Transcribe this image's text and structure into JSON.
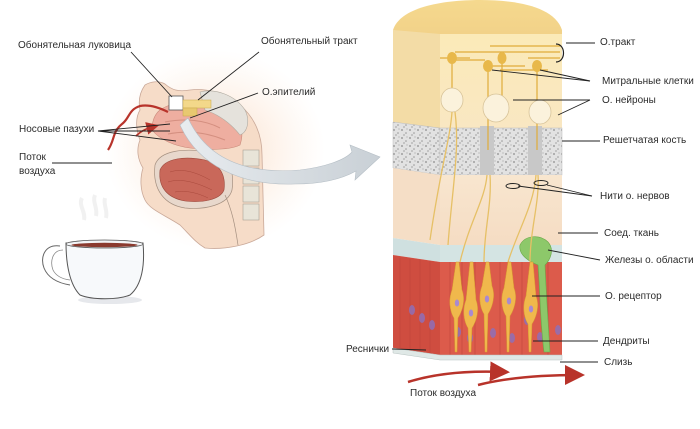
{
  "diagram": {
    "left_panel": {
      "labels": {
        "bulb": "Обонятельная луковица",
        "tract": "Обонятельный тракт",
        "epithelium": "О.эпителий",
        "sinuses": "Носовые пазухи",
        "airflow_line1": "Поток",
        "airflow_line2": "воздуха"
      }
    },
    "right_panel": {
      "labels": {
        "o_tract": "О.тракт",
        "mitral_cells": "Митральные клетки",
        "o_neurons": "О. нейроны",
        "ethmoid_bone": "Решетчатая кость",
        "nerve_fibers": "Нити о. нервов",
        "connective_tissue": "Соед. ткань",
        "glands": "Железы о. области",
        "o_receptor": "О. рецептор",
        "dendrites": "Дендриты",
        "cilia": "Реснички",
        "mucus": "Слизь",
        "airflow": "Поток воздуха"
      }
    },
    "colors": {
      "skin": "#f6dcc8",
      "mucosa": "#e9a89a",
      "tongue": "#c9685a",
      "neuron": "#e8b84a",
      "bulb_tissue": "#f7e6b5",
      "bone": "#dcdcdc",
      "connective": "#f6e2c8",
      "epithelium": "#d9584a",
      "gland": "#8dc86a",
      "airflow_arrow": "#b8332a",
      "big_arrow": "#cfd6dc"
    }
  }
}
